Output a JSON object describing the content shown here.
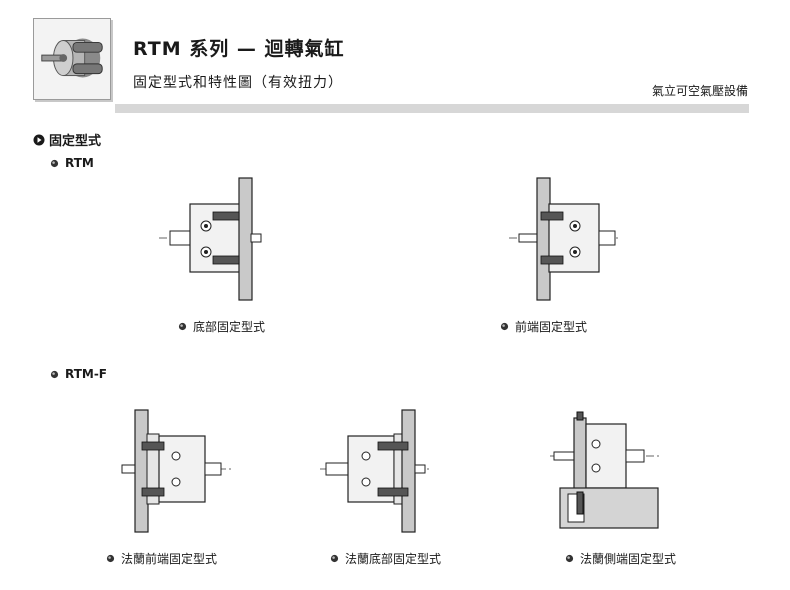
{
  "header": {
    "title": "RTM 系列 — 迴轉氣缸",
    "subtitle": "固定型式和特性圖（有效扭力）",
    "company": "氣立可空氣壓設備"
  },
  "section": {
    "title": "固定型式",
    "groups": [
      {
        "name": "RTM",
        "captions": [
          "底部固定型式",
          "前端固定型式"
        ]
      },
      {
        "name": "RTM-F",
        "captions": [
          "法蘭前端固定型式",
          "法蘭底部固定型式",
          "法蘭側端固定型式"
        ]
      }
    ]
  },
  "icons": {
    "section_marker": "play-circle-icon",
    "bullet": "bullet-dot-icon",
    "logo": "rotary-actuator-photo-icon"
  }
}
